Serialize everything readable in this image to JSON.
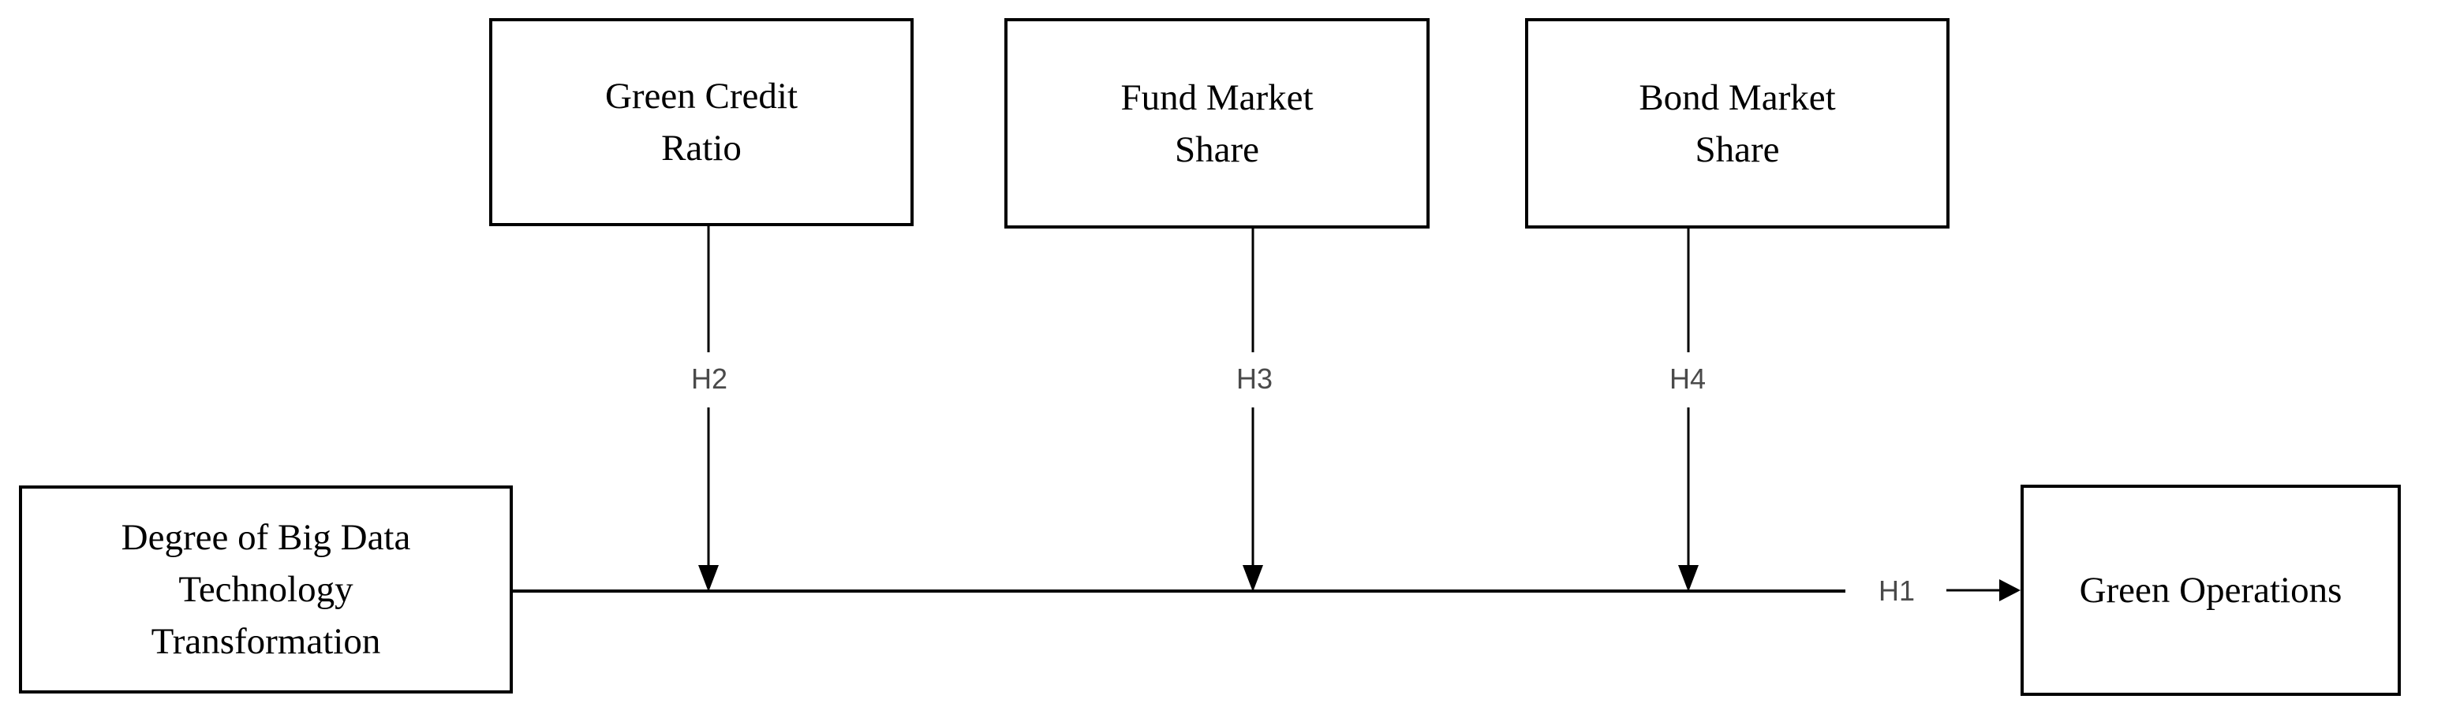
{
  "canvas": {
    "background_color": "#ffffff",
    "line_color": "#000000",
    "hypothesis_label_color": "#4a4a4a"
  },
  "boxes": [
    {
      "id": "green-credit-ratio",
      "label": "Green Credit\nRatio"
    },
    {
      "id": "fund-market-share",
      "label": "Fund Market\nShare"
    },
    {
      "id": "bond-market-share",
      "label": "Bond Market\nShare"
    },
    {
      "id": "degree-of-big-data-technology-transformation",
      "label": "Degree of Big Data\nTechnology\nTransformation"
    },
    {
      "id": "green-operations",
      "label": "Green Operations"
    }
  ],
  "hypotheses": {
    "h1": "H1",
    "h2": "H2",
    "h3": "H3",
    "h4": "H4"
  }
}
